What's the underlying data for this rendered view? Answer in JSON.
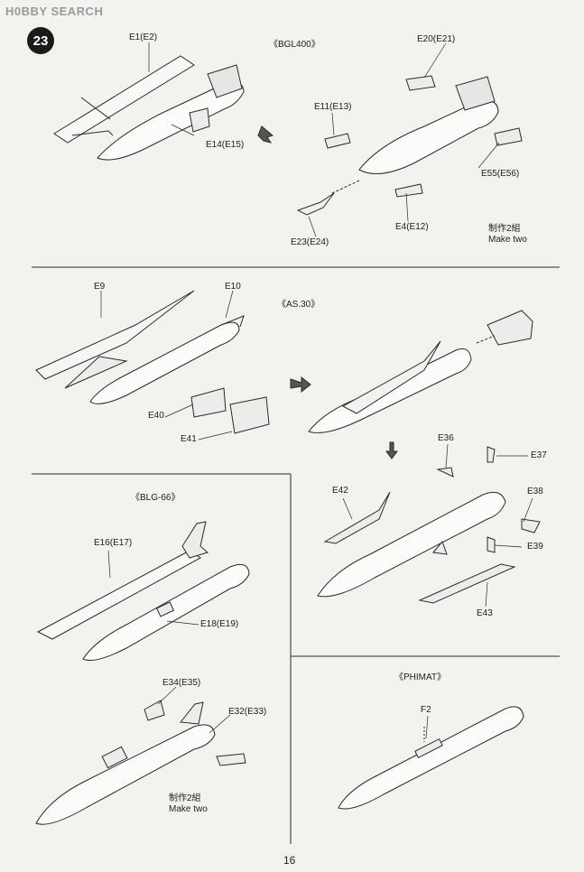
{
  "watermark": "H0BBY SEARCH",
  "step_number": "23",
  "page_number": "16",
  "sections": {
    "bgl400": {
      "title": "《BGL400》",
      "parts": [
        "E1(E2)",
        "E14(E15)",
        "E20(E21)",
        "E11(E13)",
        "E55(E56)",
        "E4(E12)",
        "E23(E24)"
      ],
      "caption_jp": "制作2組",
      "caption_en": "Make two"
    },
    "as30": {
      "title": "《AS.30》",
      "parts": [
        "E9",
        "E10",
        "E40",
        "E41",
        "E36",
        "E37",
        "E38",
        "E39",
        "E42",
        "E43"
      ]
    },
    "blg66": {
      "title": "《BLG-66》",
      "parts": [
        "E16(E17)",
        "E18(E19)",
        "E34(E35)",
        "E32(E33)"
      ],
      "caption_jp": "制作2組",
      "caption_en": "Make two"
    },
    "phimat": {
      "title": "《PHIMAT》",
      "parts": [
        "F2"
      ]
    }
  }
}
